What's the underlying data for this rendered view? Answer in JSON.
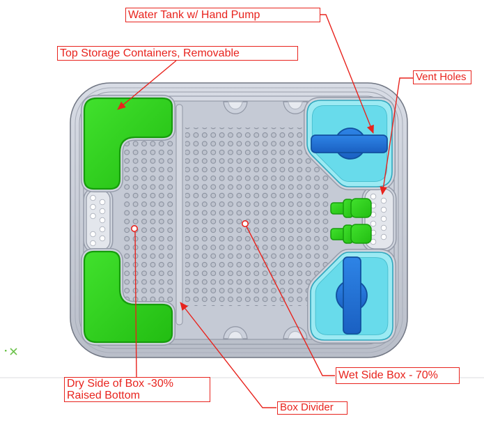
{
  "diagram": {
    "type": "cad-top-view-with-callouts"
  },
  "annotations": {
    "water_tank": {
      "label": "Water Tank w/ Hand Pump"
    },
    "top_storage": {
      "label": "Top Storage Containers, Removable"
    },
    "vent_holes": {
      "label": "Vent Holes"
    },
    "dry_side": {
      "line1": "Dry Side of Box -30%",
      "line2": "Raised Bottom"
    },
    "wet_side": {
      "label": "Wet Side Box - 70%"
    },
    "box_divider": {
      "label": "Box Divider"
    }
  },
  "colors": {
    "annotation_red": "#e8231d",
    "container_green": "#2fd01d",
    "tank_cyan": "#7adfee",
    "pump_blue": "#2176dd",
    "shell_gray": "#ccd1dc",
    "floor_gray": "#c5cad5",
    "origin_marker_green": "#6cc24a",
    "background": "#ffffff"
  }
}
